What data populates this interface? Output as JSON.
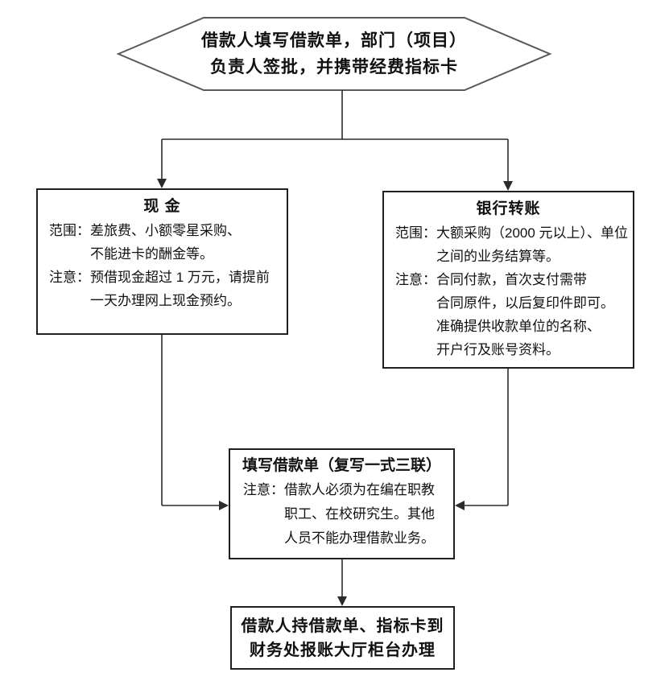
{
  "colors": {
    "text": "#111111",
    "box_border": "#1f1f1f",
    "hexagon_border": "#595959",
    "connector_line": "#2b2b2b",
    "background": "#ffffff"
  },
  "start_hexagon": {
    "line1": "借款人填写借款单，部门（项目）",
    "line2": "负责人签批，并携带经费指标卡"
  },
  "cash": {
    "title": "现 金",
    "lines": [
      "范围：差旅费、小额零星采购、",
      "不能进卡的酬金等。",
      "注意：预借现金超过 1 万元，请提前",
      "一天办理网上现金预约。"
    ]
  },
  "transfer": {
    "title": "银行转账",
    "lines": [
      "范围：大额采购（2000 元以上）、单位",
      "之间的业务结算等。",
      "注意：合同付款，首次支付需带",
      "合同原件，以后复印件即可。",
      "准确提供收款单位的名称、",
      "开户行及账号资料。"
    ]
  },
  "form": {
    "title": "填写借款单（复写一式三联）",
    "lines": [
      "注意：借款人必须为在编在职教",
      "职工、在校研究生。其他",
      "人员不能办理借款业务。"
    ]
  },
  "final": {
    "line1": "借款人持借款单、指标卡到",
    "line2": "财务处报账大厅柜台办理"
  }
}
